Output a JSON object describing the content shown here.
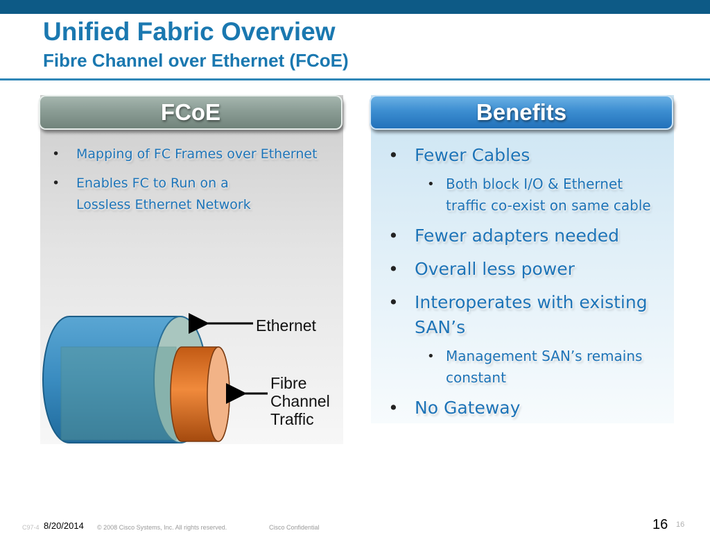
{
  "slide": {
    "title": "Unified Fabric Overview",
    "subtitle": "Fibre Channel over Ethernet (FCoE)"
  },
  "left_panel": {
    "header": "FCoE",
    "bullets": [
      "Mapping of FC Frames over Ethernet",
      "Enables FC to Run on a Lossless Ethernet Network"
    ]
  },
  "right_panel": {
    "header": "Benefits",
    "bullets": [
      "Fewer Cables",
      "Both block I/O & Ethernet traffic co-exist on same cable",
      "Fewer adapters needed",
      "Overall less power",
      "Interoperates with existing SAN’s",
      "Management SAN’s remains constant",
      "No Gateway"
    ]
  },
  "diagram": {
    "ethernet_label": "Ethernet",
    "fc_label_lines": [
      "Fibre",
      "Channel",
      "Traffic"
    ]
  },
  "footer": {
    "code": "C97-4",
    "date": "8/20/2014",
    "copyright": "© 2008 Cisco Systems, Inc. All rights reserved.",
    "confidential": "Cisco Confidential",
    "page_number": "16",
    "page_number_small": "16"
  },
  "bullet_glyph": "•",
  "colors": {
    "top_bar": "#0d5a86",
    "title": "#1a78b0",
    "bullet_text": "#1d74b8",
    "fcoe_header": "#8b9d95",
    "benefits_header": "#3d8ed1",
    "cable_outer": "#3d8fc3",
    "cable_inner": "#e8782a"
  }
}
